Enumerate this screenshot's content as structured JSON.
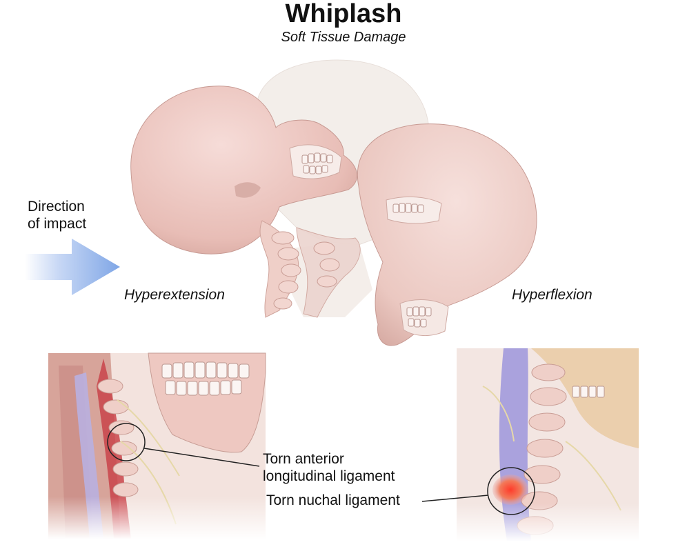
{
  "title": "Whiplash",
  "subtitle": "Soft Tissue Damage",
  "labels": {
    "direction_line1": "Direction",
    "direction_line2": "of impact",
    "hyperextension": "Hyperextension",
    "hyperflexion": "Hyperflexion",
    "torn_anterior_line1": "Torn anterior",
    "torn_anterior_line2": "longitudinal ligament",
    "torn_nuchal": "Torn nuchal ligament"
  },
  "colors": {
    "bone": "#eec9c4",
    "bone_shade": "#d9a9a3",
    "ghost_skull": "#f1ebe6",
    "arrow": "#8aaee8",
    "ligament_red": "#c9444a",
    "spinal_cord": "#a9a3dc",
    "injury": "#f2553a"
  }
}
